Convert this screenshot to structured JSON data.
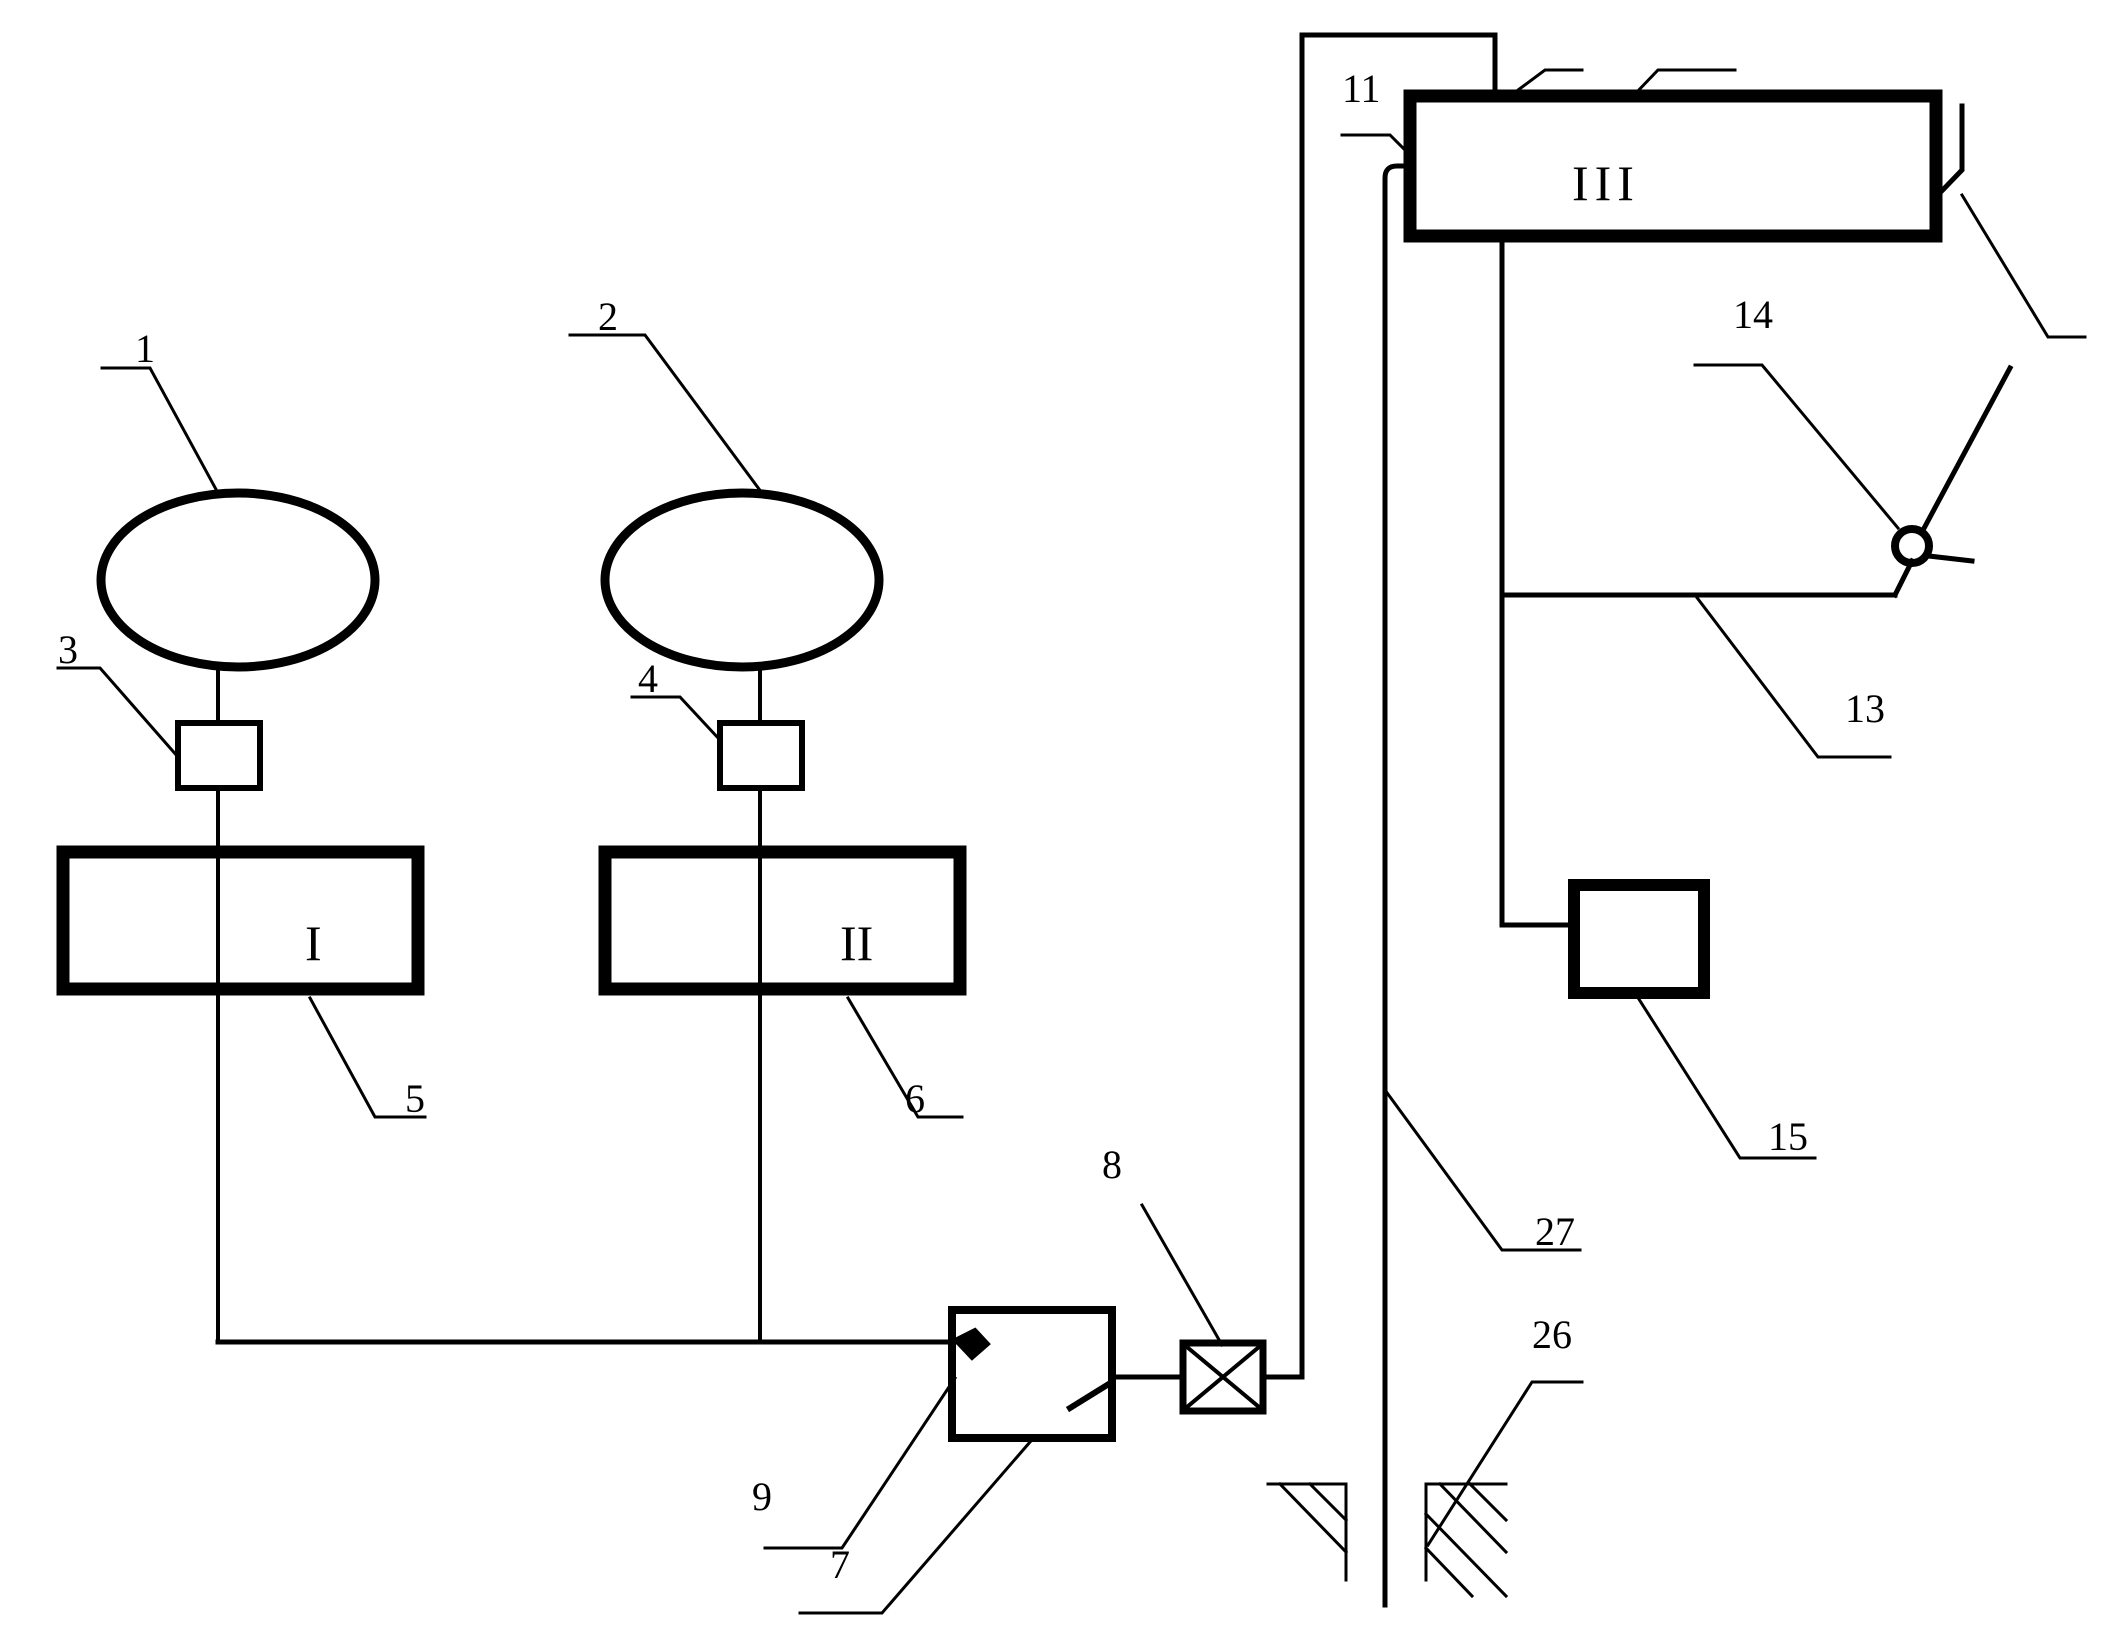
{
  "diagram": {
    "units": {
      "unit_I": "I",
      "unit_II": "II",
      "unit_III": "III"
    },
    "labels": {
      "n1": "1",
      "n2": "2",
      "n3": "3",
      "n4": "4",
      "n5": "5",
      "n6": "6",
      "n7": "7",
      "n8": "8",
      "n9": "9",
      "n11": "11",
      "n13": "13",
      "n14": "14",
      "n15": "15",
      "n26": "26",
      "n27": "27"
    }
  }
}
